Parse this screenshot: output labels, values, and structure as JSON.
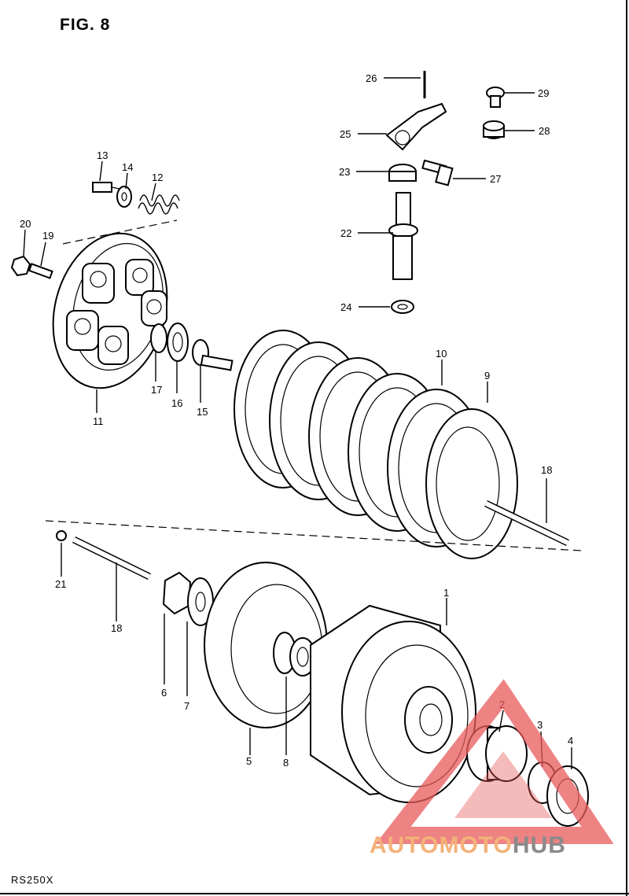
{
  "title": "FIG. 8",
  "model": "RS250X",
  "watermark": {
    "text_a": "AUTOMOTO",
    "text_b": "HUB",
    "color_a": "#f3b27a",
    "color_b": "#8a8a8a",
    "triangle_color": "#e85a5a"
  },
  "callouts": [
    "1",
    "2",
    "3",
    "4",
    "5",
    "6",
    "7",
    "8",
    "9",
    "10",
    "11",
    "12",
    "13",
    "14",
    "15",
    "16",
    "17",
    "18",
    "18",
    "19",
    "20",
    "21",
    "22",
    "23",
    "24",
    "25",
    "26",
    "27",
    "28",
    "29"
  ]
}
